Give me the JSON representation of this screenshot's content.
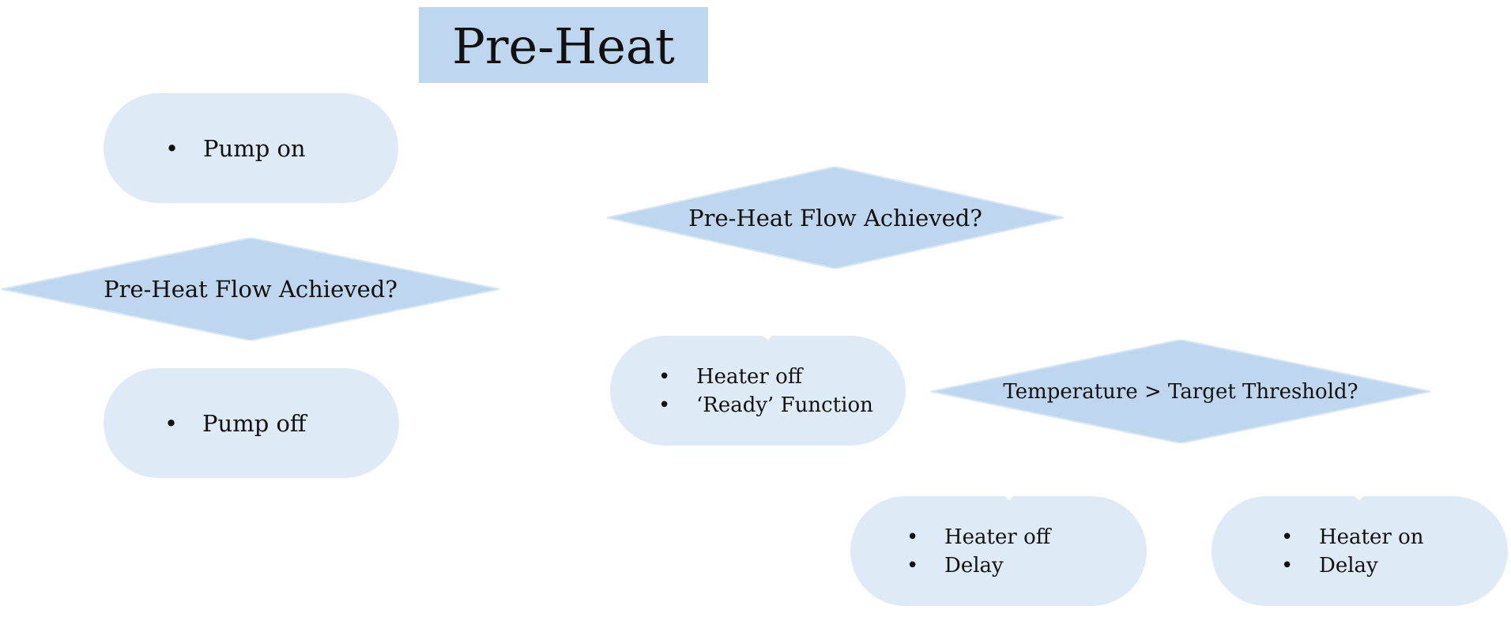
{
  "colors": {
    "header": "#bfd7ee",
    "diamond": "#bfd7ee",
    "diamond_edge": "#d6e6f5",
    "pill": "#deeaf6"
  },
  "title": "Pre-Heat",
  "left_column": {
    "pump_on": [
      "Pump on"
    ],
    "decision": "Pre-Heat Flow Achieved?",
    "pump_off": [
      "Pump off"
    ]
  },
  "right_section": {
    "decision_flow": "Pre-Heat Flow Achieved?",
    "ready_box": [
      "Heater off",
      "‘Ready’ Function"
    ],
    "decision_temp": "Temperature > Target Threshold?",
    "heater_off_box": [
      "Heater off",
      "Delay"
    ],
    "heater_on_box": [
      "Heater on",
      "Delay"
    ]
  }
}
